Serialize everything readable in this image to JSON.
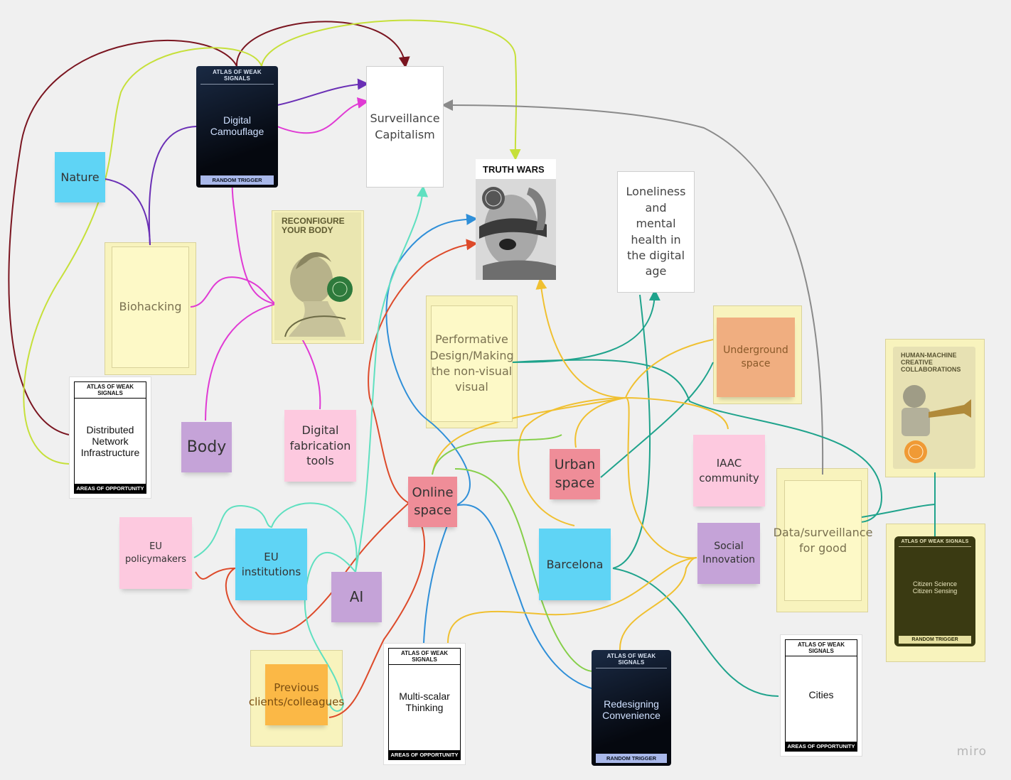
{
  "colors": {
    "maroon": "#7a1520",
    "purple": "#6a2fb5",
    "magenta": "#e03ad4",
    "lime": "#c6e03a",
    "grey": "#8a8a8a",
    "teal": "#1fa38c",
    "blue": "#2f8fd8",
    "red": "#dd4a2a",
    "mint": "#5fe0c0",
    "yellow": "#f0c030",
    "green": "#86cf4a"
  },
  "nodes": {
    "surveillance": "Surveillance Capitalism",
    "nature": "Nature",
    "biohacking": "Biohacking",
    "loneliness": "Loneliness and mental health in the digital age",
    "performative": "Performative Design/Making the non-visual visual",
    "underground": "Underground space",
    "body": "Body",
    "digital_fab": "Digital fabrication tools",
    "online_space": "Online space",
    "urban_space": "Urban space",
    "iaac": "IAAC community",
    "eu_policymakers": "EU policymakers",
    "eu_institutions": "EU institutions",
    "ai": "AI",
    "barcelona": "Barcelona",
    "social_innovation": "Social Innovation",
    "data_surveillance": "Data/surveillance for good",
    "previous_clients": "Previous clients/colleagues"
  },
  "cards": {
    "digital_camouflage": {
      "header": "ATLAS OF WEAK SIGNALS",
      "title": "Digital Camouflage",
      "footer": "RANDOM TRIGGER"
    },
    "distributed_network": {
      "header": "ATLAS OF WEAK SIGNALS",
      "title": "Distributed Network Infrastructure",
      "footer": "AREAS OF OPPORTUNITY"
    },
    "multi_scalar": {
      "header": "ATLAS OF WEAK SIGNALS",
      "title": "Multi-scalar Thinking",
      "footer": "AREAS OF OPPORTUNITY"
    },
    "redesigning_convenience": {
      "header": "ATLAS OF WEAK SIGNALS",
      "title": "Redesigning Convenience",
      "footer": "RANDOM TRIGGER"
    },
    "cities": {
      "header": "ATLAS OF WEAK SIGNALS",
      "title": "Cities",
      "footer": "AREAS OF OPPORTUNITY"
    },
    "citizen_science": {
      "header": "ATLAS OF WEAK SIGNALS",
      "title": "Citizen Science Citizen Sensing",
      "footer": "RANDOM TRIGGER"
    }
  },
  "posters": {
    "reconfigure": "RECONFIGURE YOUR BODY",
    "truth_wars": "TRUTH WARS",
    "human_machine": "HUMAN-MACHINE CREATIVE COLLABORATIONS"
  },
  "logo": "miro"
}
